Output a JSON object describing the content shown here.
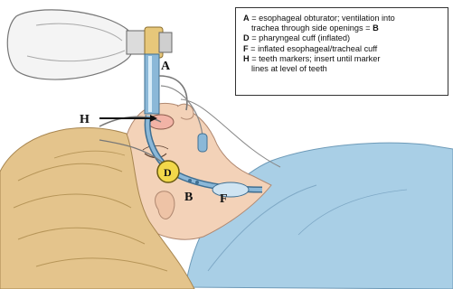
{
  "labels": {
    "A": "A",
    "B": "B",
    "D": "D",
    "F": "F",
    "H": "H"
  },
  "legend": {
    "line1_key": "A",
    "line1_text": " = esophageal obturator; ventilation into",
    "line2_text": "trachea through side openings = ",
    "line2_key": "B",
    "line3_key": "D",
    "line3_text": " = pharyngeal cuff (inflated)",
    "line4_key": "F",
    "line4_text": " = inflated esophageal/tracheal cuff",
    "line5_key": "H",
    "line5_text": " = teeth markers; insert until marker",
    "line6_text": "lines at level of teeth"
  },
  "colors": {
    "skin": "#f3d2b8",
    "hair": "#e4c48c",
    "gown": "#a9cfe6",
    "tube": "#8bb8d8",
    "cuff_yellow": "#f2d84a"
  }
}
